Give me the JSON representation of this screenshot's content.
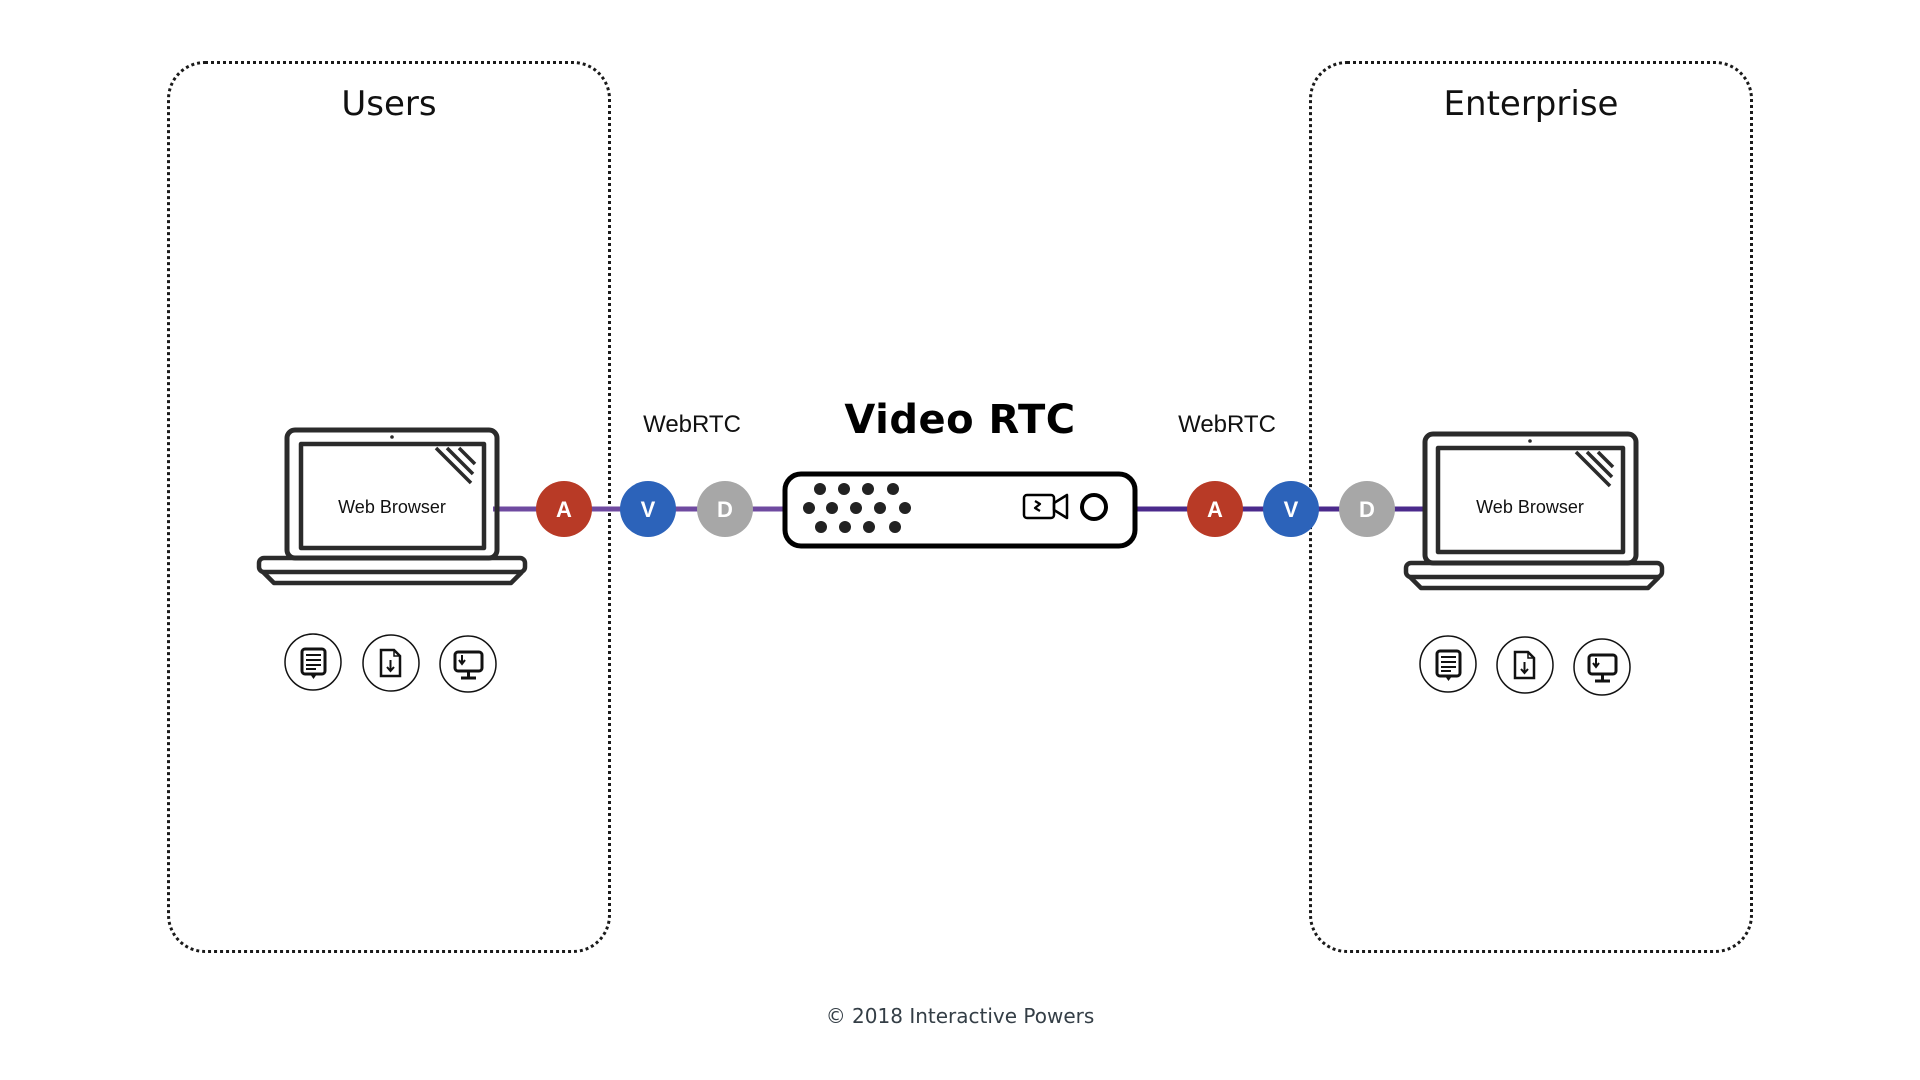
{
  "diagram": {
    "title": "Video RTC",
    "zones": [
      {
        "id": "users",
        "title": "Users",
        "client_label": "Web Browser"
      },
      {
        "id": "enterprise",
        "title": "Enterprise",
        "client_label": "Web Browser"
      }
    ],
    "links": [
      {
        "side": "left",
        "protocol": "WebRTC",
        "channels": [
          {
            "letter": "A",
            "meaning": "audio",
            "color": "#b83a26"
          },
          {
            "letter": "V",
            "meaning": "video",
            "color": "#2c63ba"
          },
          {
            "letter": "D",
            "meaning": "data",
            "color": "#a7a7a7"
          }
        ],
        "line_color": "#6f4aa0"
      },
      {
        "side": "right",
        "protocol": "WebRTC",
        "channels": [
          {
            "letter": "A",
            "meaning": "audio",
            "color": "#b83a26"
          },
          {
            "letter": "V",
            "meaning": "video",
            "color": "#2c63ba"
          },
          {
            "letter": "D",
            "meaning": "data",
            "color": "#a7a7a7"
          }
        ],
        "line_color": "#4b2a8c"
      }
    ],
    "capabilities": [
      {
        "icon": "chat-document-icon",
        "meaning": "chat"
      },
      {
        "icon": "file-download-icon",
        "meaning": "file transfer"
      },
      {
        "icon": "screen-share-icon",
        "meaning": "screen sharing"
      }
    ],
    "device_icons": [
      "speaker-grille-icon",
      "video-camera-icon",
      "record-button-icon"
    ]
  },
  "footer": {
    "copyright": "© 2018 Interactive Powers"
  }
}
